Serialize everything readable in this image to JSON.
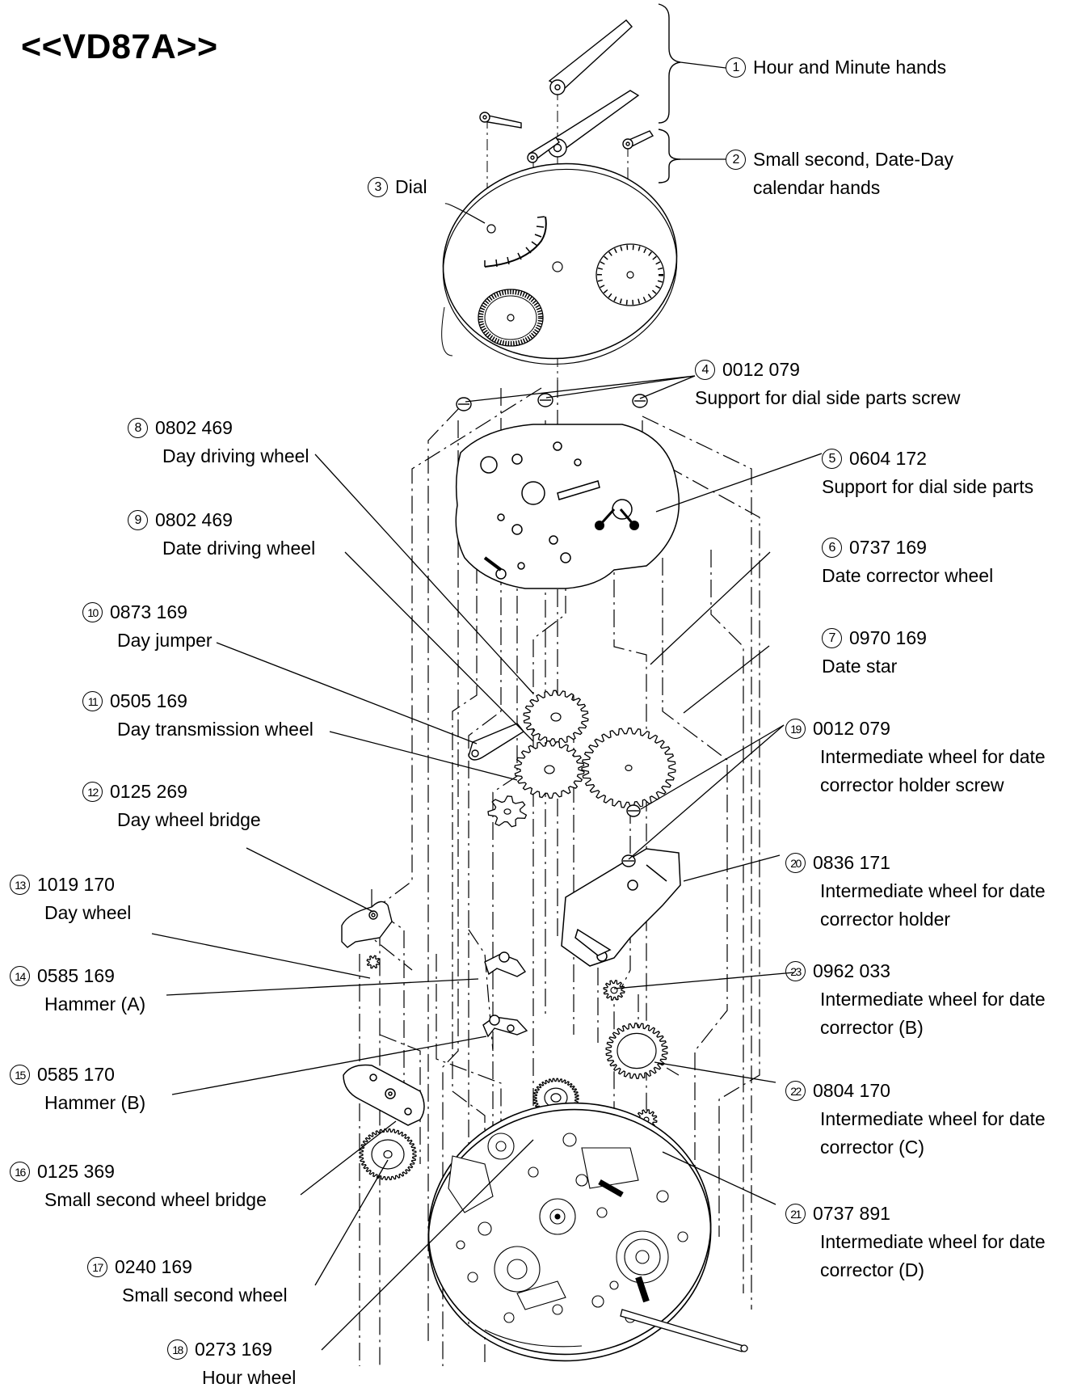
{
  "title": "<<VD87A>>",
  "parts": [
    {
      "n": "1",
      "code": "",
      "desc": [
        "Hour and Minute hands"
      ]
    },
    {
      "n": "2",
      "code": "",
      "desc": [
        "Small second, Date-Day",
        "calendar hands"
      ]
    },
    {
      "n": "3",
      "code": "",
      "desc": [
        "Dial"
      ]
    },
    {
      "n": "4",
      "code": "0012 079",
      "desc": [
        "Support for dial side parts screw"
      ]
    },
    {
      "n": "5",
      "code": "0604 172",
      "desc": [
        "Support for dial side parts"
      ]
    },
    {
      "n": "6",
      "code": "0737 169",
      "desc": [
        "Date corrector wheel"
      ]
    },
    {
      "n": "7",
      "code": "0970 169",
      "desc": [
        "Date star"
      ]
    },
    {
      "n": "8",
      "code": "0802 469",
      "desc": [
        "Day driving wheel"
      ]
    },
    {
      "n": "9",
      "code": "0802 469",
      "desc": [
        "Date driving wheel"
      ]
    },
    {
      "n": "10",
      "code": "0873 169",
      "desc": [
        "Day jumper"
      ]
    },
    {
      "n": "11",
      "code": "0505 169",
      "desc": [
        "Day transmission wheel"
      ]
    },
    {
      "n": "12",
      "code": "0125 269",
      "desc": [
        "Day wheel bridge"
      ]
    },
    {
      "n": "13",
      "code": "1019 170",
      "desc": [
        "Day wheel"
      ]
    },
    {
      "n": "14",
      "code": "0585 169",
      "desc": [
        "Hammer (A)"
      ]
    },
    {
      "n": "15",
      "code": "0585 170",
      "desc": [
        "Hammer (B)"
      ]
    },
    {
      "n": "16",
      "code": "0125 369",
      "desc": [
        "Small second wheel bridge"
      ]
    },
    {
      "n": "17",
      "code": "0240 169",
      "desc": [
        "Small second wheel"
      ]
    },
    {
      "n": "18",
      "code": "0273 169",
      "desc": [
        "Hour wheel"
      ]
    },
    {
      "n": "19",
      "code": "0012 079",
      "desc": [
        "Intermediate wheel for date",
        "corrector holder screw"
      ]
    },
    {
      "n": "20",
      "code": "0836 171",
      "desc": [
        "Intermediate wheel for date",
        "corrector holder"
      ]
    },
    {
      "n": "21",
      "code": "0737 891",
      "desc": [
        "Intermediate wheel for date",
        "corrector (D)"
      ]
    },
    {
      "n": "22",
      "code": "0804 170",
      "desc": [
        "Intermediate wheel for date",
        "corrector (C)"
      ]
    },
    {
      "n": "23",
      "code": "0962 033",
      "desc": [
        "Intermediate wheel for date",
        "corrector (B)"
      ]
    }
  ]
}
